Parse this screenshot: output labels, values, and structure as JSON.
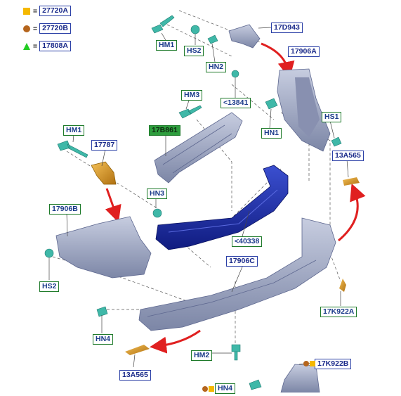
{
  "legend": [
    {
      "symbol": "square",
      "color": "#f5b800",
      "code": "27720A"
    },
    {
      "symbol": "circle",
      "color": "#b5651d",
      "code": "27720B"
    },
    {
      "symbol": "triangle",
      "color": "#22cc22",
      "code": "17808A"
    }
  ],
  "legend_eq": "=",
  "labels": {
    "hm1_top": "HM1",
    "hs2_top": "HS2",
    "hn2": "HN2",
    "p17d943": "17D943",
    "p17906a": "17906A",
    "p13841": "<13841",
    "hm3": "HM3",
    "hn1": "HN1",
    "hs1": "HS1",
    "p13a565_r": "13A565",
    "hm1_left": "HM1",
    "p17787": "17787",
    "p17b861": "17B861",
    "hn3": "HN3",
    "p17906b": "17906B",
    "p40338": "<40338",
    "p17906c": "17906C",
    "hs2_left": "HS2",
    "p17k922a": "17K922A",
    "hn4_left": "HN4",
    "hm2": "HM2",
    "p13a565_b": "13A565",
    "p17k922b": "17K922B",
    "hn4_bottom": "HN4"
  },
  "colors": {
    "part_fill": "#aeb6cc",
    "part_shade": "#7e88a8",
    "reinforcement": "#1f2fa8",
    "fastener": "#3fb8a8",
    "reflector": "#e0a030",
    "arrow": "#e02020",
    "leader": "#444444"
  }
}
